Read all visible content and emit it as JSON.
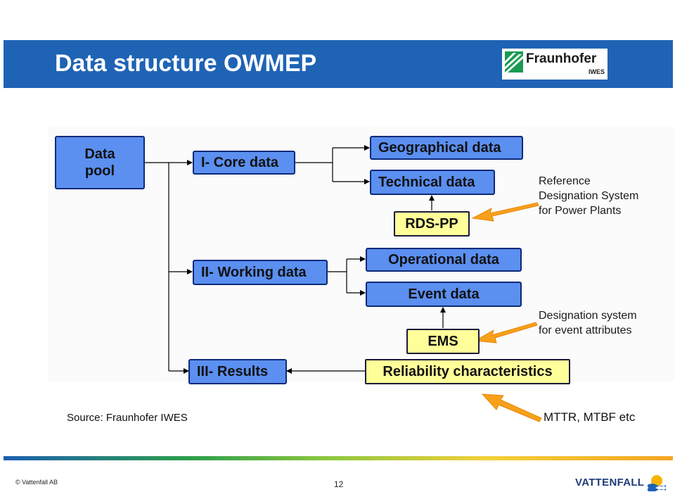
{
  "header": {
    "title": "Data structure OWMEP",
    "logo_text": "Fraunhofer",
    "logo_subtext": "IWES"
  },
  "diagram": {
    "data_pool": [
      "Data",
      "pool"
    ],
    "core_data": "I- Core data",
    "working_data": "II- Working data",
    "results": "III- Results",
    "geographical": "Geographical data",
    "technical": "Technical data",
    "rds_pp": "RDS-PP",
    "operational": "Operational data",
    "event": "Event data",
    "ems": "EMS",
    "reliability": "Reliability characteristics"
  },
  "notes": {
    "rds_note": [
      "Reference",
      "Designation System",
      "for Power Plants"
    ],
    "ems_note": [
      "Designation system",
      "for event attributes"
    ],
    "mttr_note": "MTTR, MTBF etc"
  },
  "source": "Source: Fraunhofer IWES",
  "footer": {
    "copyright": "© Vattenfall AB",
    "page_number": "12",
    "brand": "VATTENFALL"
  },
  "colors": {
    "header_blue": "#1f63b5",
    "box_blue": "#5b8ff0",
    "box_yellow": "#ffff9a",
    "arrow_orange": "#f7a11a"
  }
}
